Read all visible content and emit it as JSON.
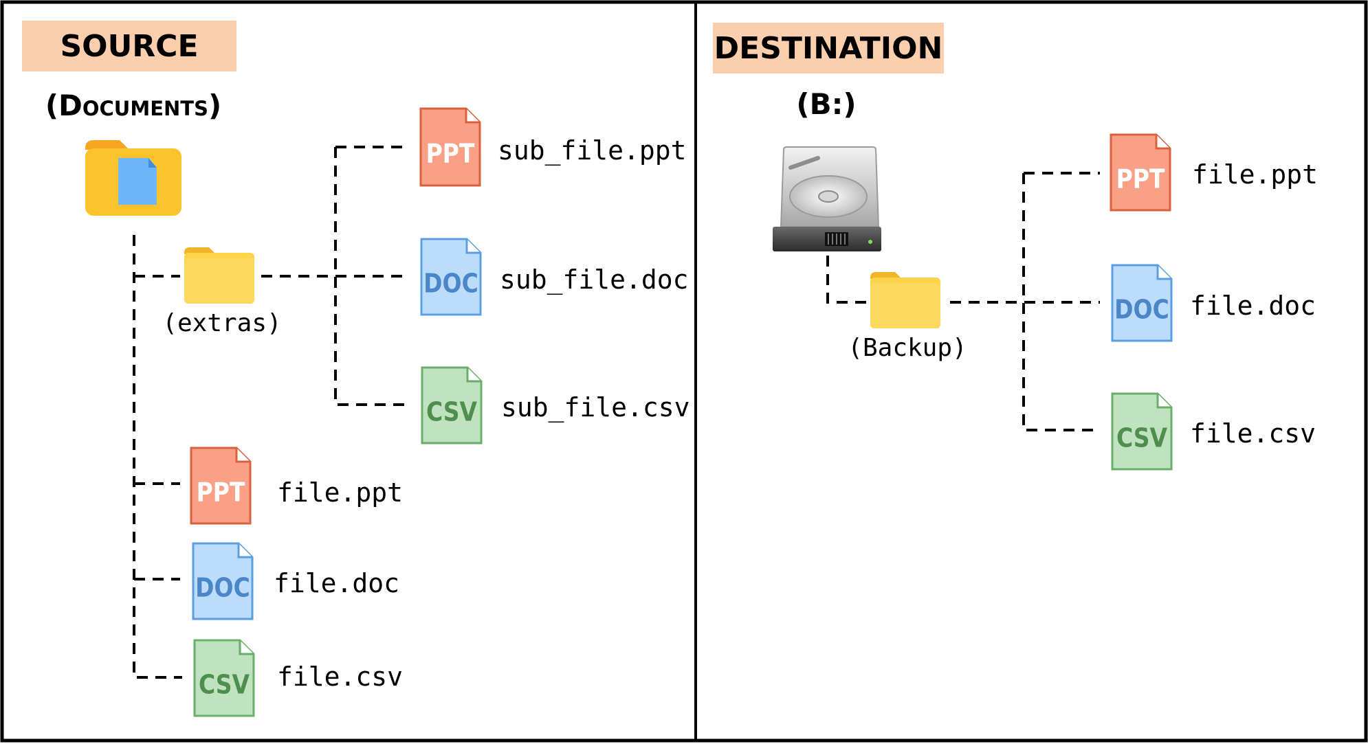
{
  "source": {
    "heading": "SOURCE",
    "location_label": "(Documents)",
    "subfolder_label": "(extras)",
    "subfolder_files": [
      {
        "type": "PPT",
        "name": "sub_file.ppt"
      },
      {
        "type": "DOC",
        "name": "sub_file.doc"
      },
      {
        "type": "CSV",
        "name": "sub_file.csv"
      }
    ],
    "root_files": [
      {
        "type": "PPT",
        "name": "file.ppt"
      },
      {
        "type": "DOC",
        "name": "file.doc"
      },
      {
        "type": "CSV",
        "name": "file.csv"
      }
    ]
  },
  "destination": {
    "heading": "DESTINATION",
    "drive_label": "(B:)",
    "folder_label": "(Backup)",
    "files": [
      {
        "type": "PPT",
        "name": "file.ppt"
      },
      {
        "type": "DOC",
        "name": "file.doc"
      },
      {
        "type": "CSV",
        "name": "file.csv"
      }
    ]
  },
  "colors": {
    "heading_bg": "#fbcfae",
    "ppt_fill": "#f9a087",
    "ppt_stroke": "#d9613f",
    "ppt_text": "#ffffff",
    "doc_fill": "#bcdcfc",
    "doc_stroke": "#5b9ee0",
    "doc_text": "#4a86c8",
    "csv_fill": "#bfe2bf",
    "csv_stroke": "#6aae6a",
    "csv_text": "#4e8e4e",
    "folder_main": "#fcc42c",
    "folder_tab": "#f5a623",
    "subfolder_main": "#fbd44a",
    "subfolder_tab": "#f2b52a"
  },
  "icons": {
    "documents_folder": "documents-folder-icon",
    "subfolder": "folder-icon",
    "drive": "hard-drive-icon"
  }
}
